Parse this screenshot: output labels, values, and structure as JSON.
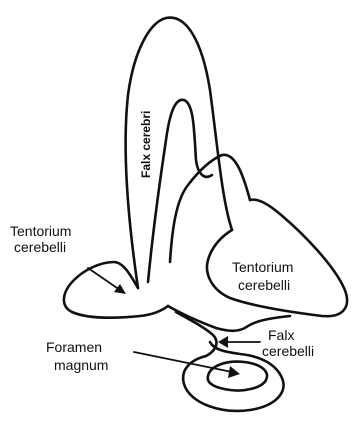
{
  "labels": {
    "falx_cerebri": "Falx cerebri",
    "tentorium_left_line1": "Tentorium",
    "tentorium_left_line2": "cerebelli",
    "tentorium_right_line1": "Tentorium",
    "tentorium_right_line2": "cerebelli",
    "falx_cerebelli_line1": "Falx",
    "falx_cerebelli_line2": "cerebelli",
    "foramen_line1": "Foramen",
    "foramen_line2": "magnum"
  },
  "colors": {
    "ink": "#111111",
    "background": "#ffffff"
  }
}
